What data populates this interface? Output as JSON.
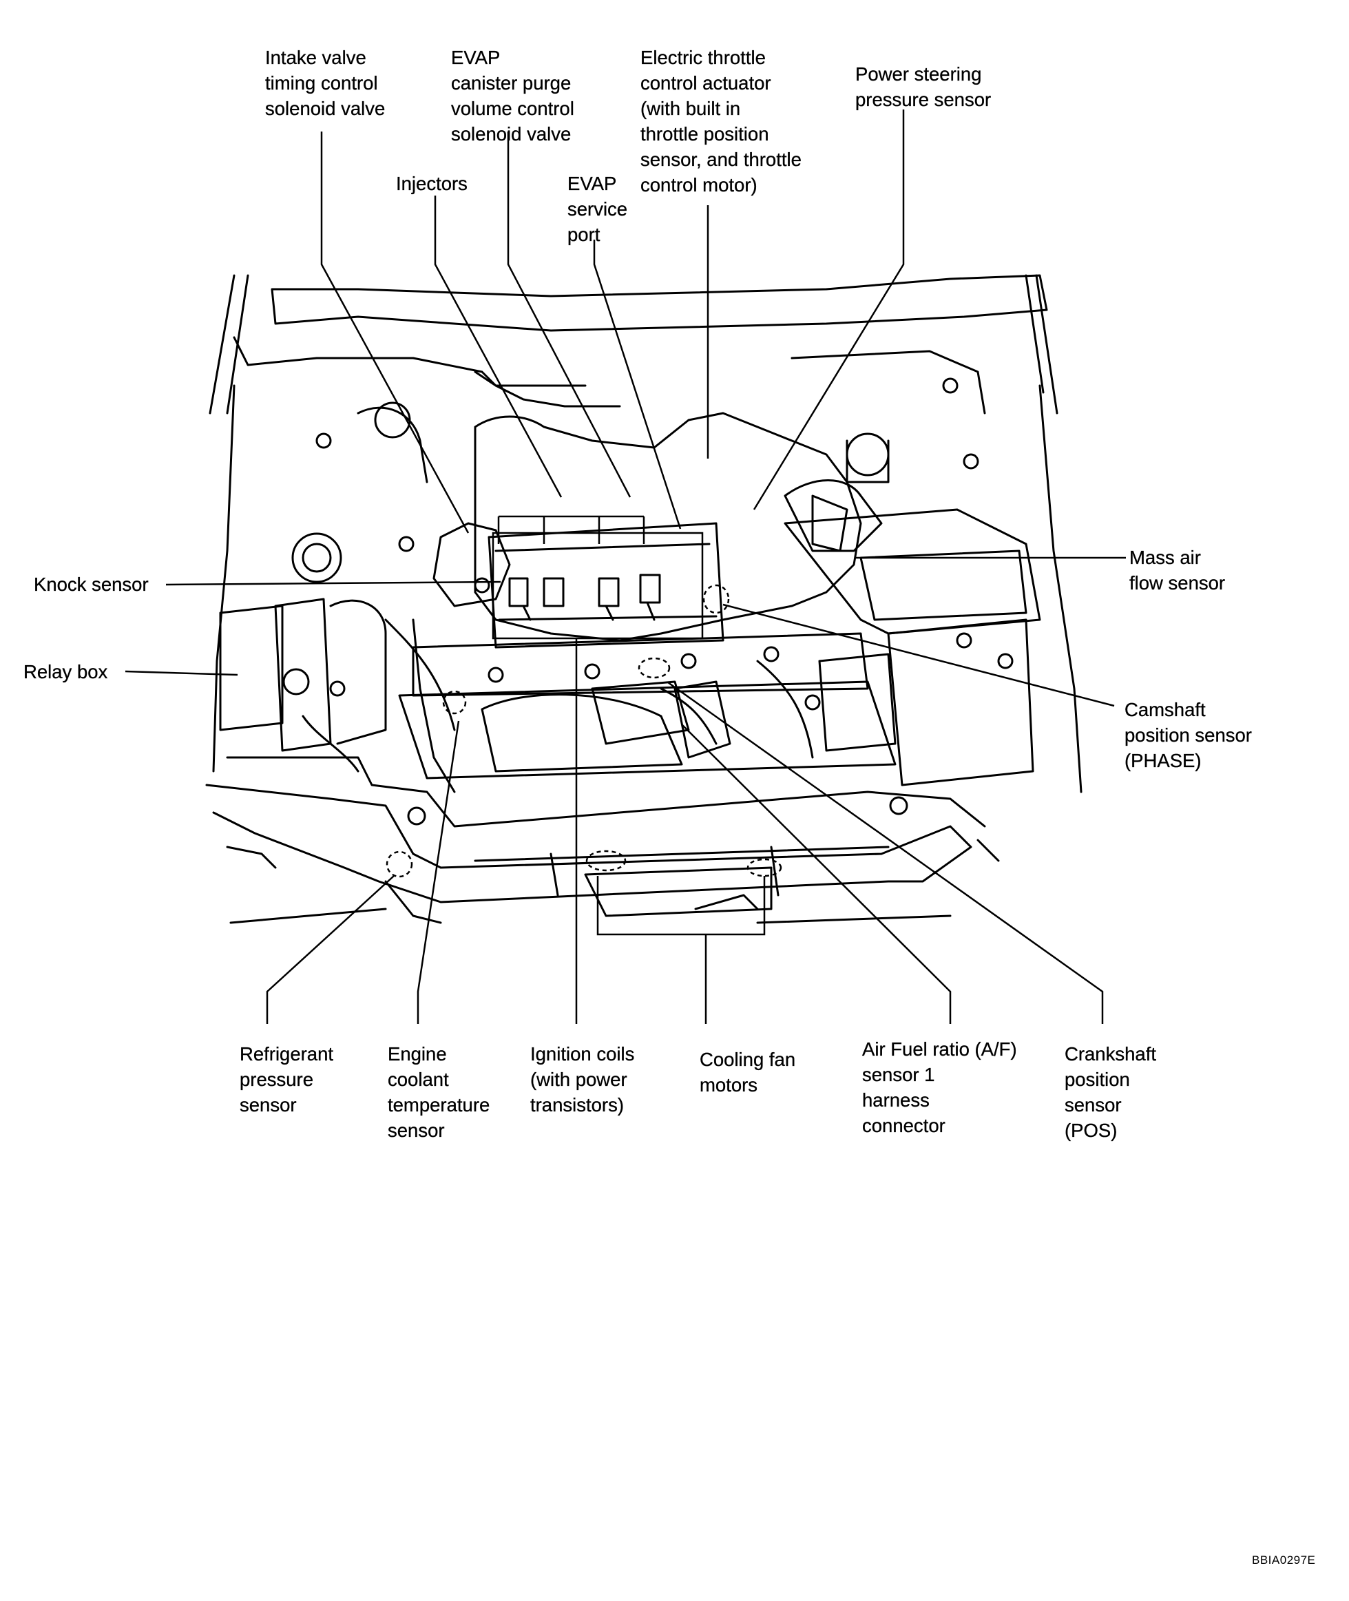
{
  "diagram": {
    "labels": {
      "intake_valve": [
        "Intake valve",
        "timing control",
        "solenoid valve"
      ],
      "evap_purge": [
        "EVAP",
        "canister purge",
        "volume control",
        "solenoid valve"
      ],
      "throttle": [
        "Electric throttle",
        "control actuator",
        "(with built in",
        "throttle position",
        "sensor, and throttle",
        "control motor)"
      ],
      "power_steering": [
        "Power steering",
        "pressure sensor"
      ],
      "injectors": [
        "Injectors"
      ],
      "evap_service": [
        "EVAP",
        "service",
        "port"
      ],
      "knock_sensor": [
        "Knock sensor"
      ],
      "relay_box": [
        "Relay box"
      ],
      "mass_air_flow": [
        "Mass air",
        "flow sensor"
      ],
      "camshaft": [
        "Camshaft",
        "position sensor",
        "(PHASE)"
      ],
      "refrigerant": [
        "Refrigerant",
        "pressure",
        "sensor"
      ],
      "coolant_temp": [
        "Engine",
        "coolant",
        "temperature",
        "sensor"
      ],
      "ignition_coils": [
        "Ignition coils",
        "(with power",
        "transistors)"
      ],
      "cooling_fan": [
        "Cooling fan",
        "motors"
      ],
      "af_sensor": [
        "Air Fuel ratio (A/F)",
        "sensor 1",
        "harness",
        "connector"
      ],
      "crankshaft": [
        "Crankshaft",
        "position",
        "sensor",
        "(POS)"
      ]
    },
    "reference_code": "BBIA0297E"
  }
}
